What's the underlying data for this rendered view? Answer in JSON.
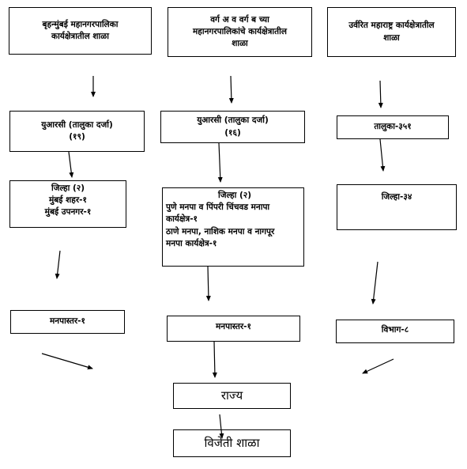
{
  "boxes": {
    "col1_top": [
      "बृहन्मुंबई महानगरपालिका",
      "कार्यक्षेत्रातील शाळा"
    ],
    "col2_top": [
      "वर्ग अ व वर्ग ब च्या",
      "महानगरपालिकांचे कार्यक्षेत्रातील",
      "शाळा"
    ],
    "col3_top": [
      "उर्वरित महाराष्ट्र कार्यक्षेत्रातील",
      "शाळा"
    ],
    "col1_urc": [
      "युआरसी (तालुका दर्जा)",
      "(१९)"
    ],
    "col2_urc": [
      "युआरसी (तालुका दर्जा)",
      "(१६)"
    ],
    "col3_taluka": "तालुका-३५१",
    "col1_district": [
      "जिल्हा (२)",
      "मुंबई शहर-१",
      "मुंबई उपनगर-१"
    ],
    "col2_district": [
      "जिल्हा (२)",
      "पुणे मनपा व पिंपरी चिंचवड मनापा",
      "कार्यक्षेत्र-१",
      "ठाणे मनपा, नाशिक मनपा व नागपूर",
      "मनपा कार्यक्षेत्र-१"
    ],
    "col3_district": "जिल्हा-३४",
    "col1_municipal": "मनपास्तर-१",
    "col2_municipal": "मनपास्तर-१",
    "col3_division": "विभाग-८",
    "state": "राज्य",
    "winner": "विजेती शाळा"
  }
}
